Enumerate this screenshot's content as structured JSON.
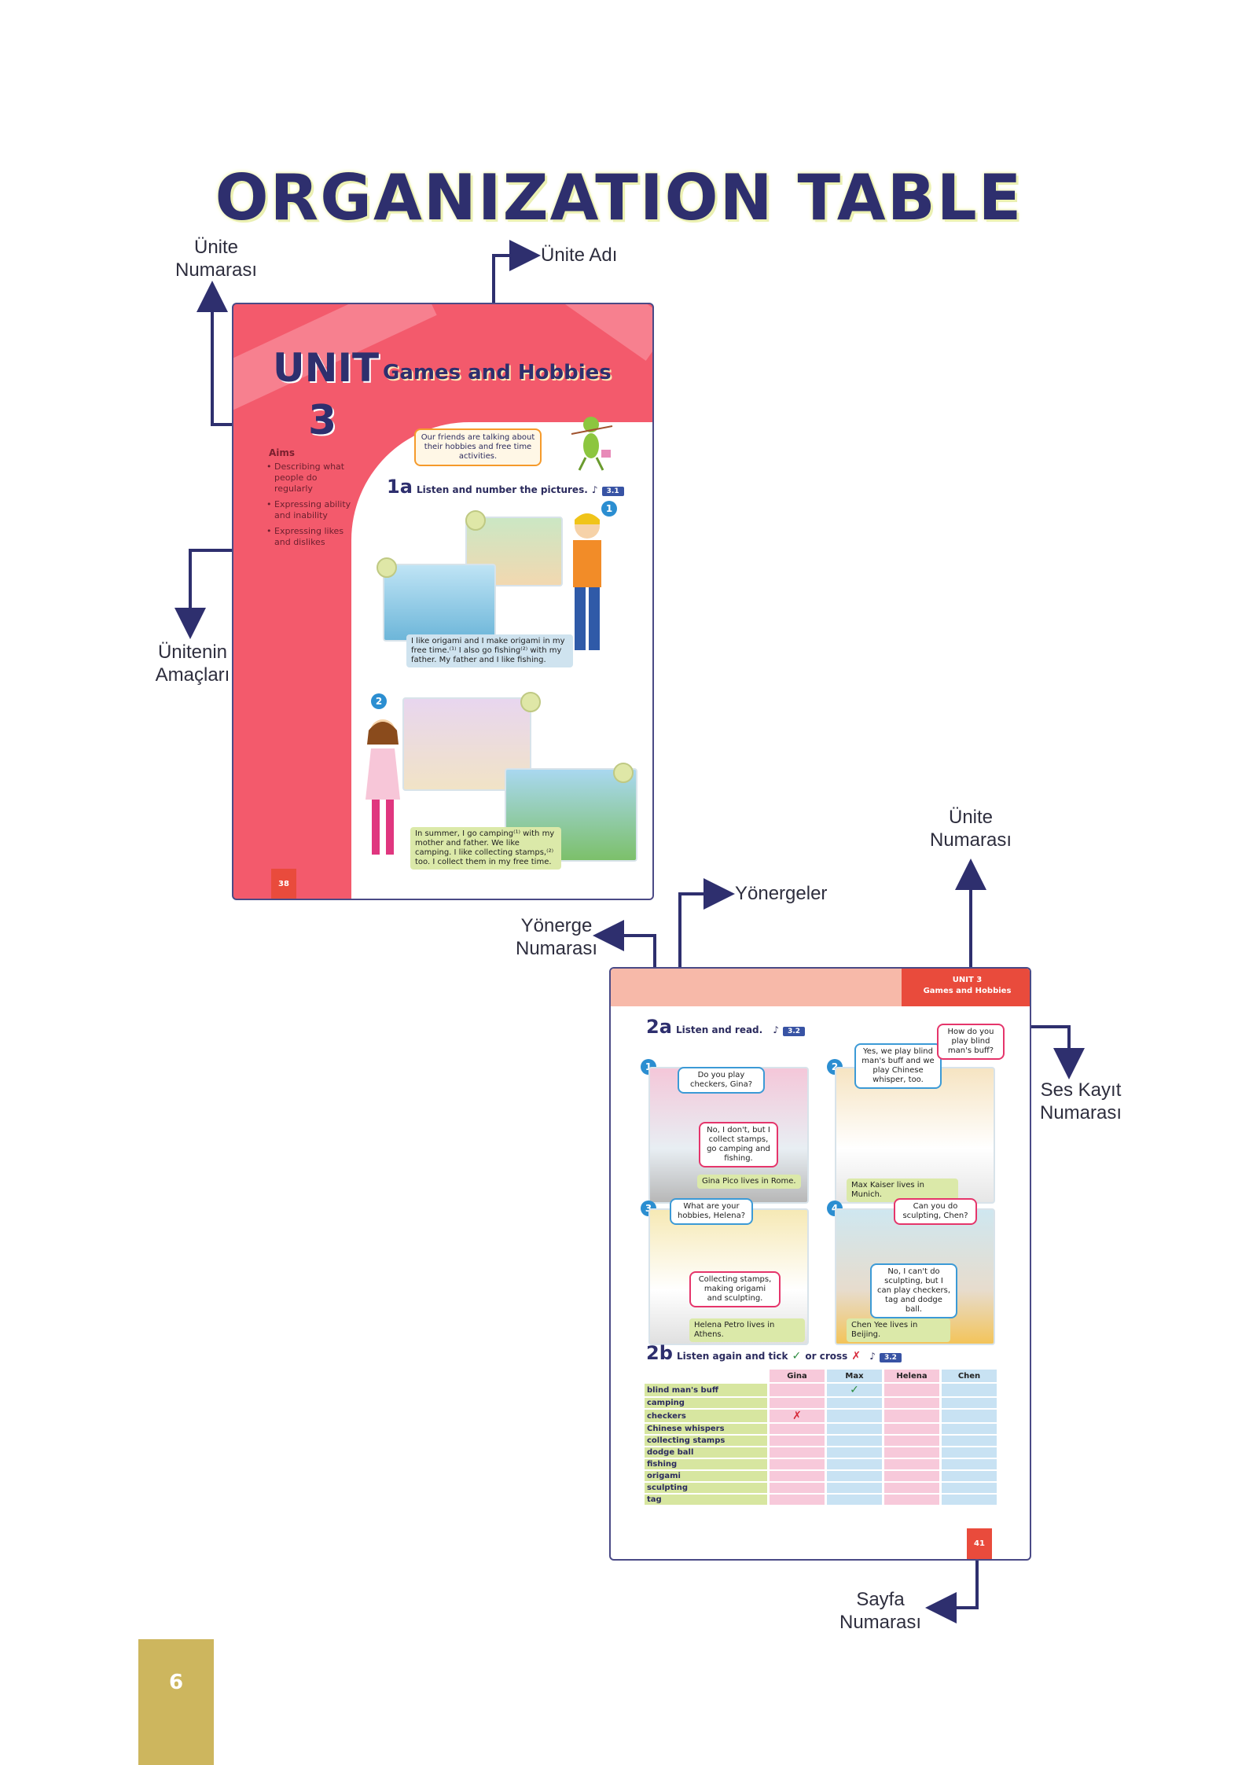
{
  "title": "ORGANIZATION TABLE",
  "callouts": {
    "unit_number_top": "Ünite Numarası",
    "unit_name": "Ünite Adı",
    "unit_aims": "Ünitenin Amaçları",
    "unit_number_right": "Ünite Numarası",
    "instructions": "Yönergeler",
    "instruction_number": "Yönerge Numarası",
    "audio_number": "Ses Kayıt Numarası",
    "page_number": "Sayfa Numarası"
  },
  "page1": {
    "unit_word": "UNIT",
    "unit_number": "3",
    "unit_name": "Games and Hobbies",
    "aims_title": "Aims",
    "aims": [
      "Describing what people do regularly",
      "Expressing ability and inability",
      "Expressing likes and dislikes"
    ],
    "intro": "Our friends are talking about their hobbies and free time activities.",
    "ex_number": "1a",
    "ex_text": "Listen and number the pictures.",
    "track": "3.1",
    "num1": "1",
    "num2": "2",
    "caption1": "I like origami and I make origami in my free time.⁽¹⁾ I also go fishing⁽²⁾ with my father. My father and I like fishing.",
    "caption2": "In summer, I go camping⁽¹⁾ with my mother and father. We like camping. I like collecting stamps,⁽²⁾ too. I collect them in my free time.",
    "page_number": "38"
  },
  "page2": {
    "unit_label": "UNIT 3",
    "unit_name": "Games and Hobbies",
    "ex2a_number": "2a",
    "ex2a_text": "Listen and read.",
    "track2a": "3.2",
    "scenes": [
      {
        "num": "1",
        "q": "Do you play checkers, Gina?",
        "a": "No, I don't, but I collect stamps, go camping and fishing.",
        "caption": "Gina Pico lives in Rome."
      },
      {
        "num": "2",
        "q": "How do you play blind man's buff?",
        "a": "Yes, we play blind man's buff and we play Chinese whisper, too.",
        "caption": "Max Kaiser lives in Munich."
      },
      {
        "num": "3",
        "q": "What are your hobbies, Helena?",
        "a": "Collecting stamps, making origami and sculpting.",
        "caption": "Helena Petro lives in Athens."
      },
      {
        "num": "4",
        "q": "Can you do sculpting, Chen?",
        "a": "No, I can't do sculpting, but I can play checkers, tag and dodge ball.",
        "caption": "Chen Yee lives in Beijing."
      }
    ],
    "ex2b_number": "2b",
    "ex2b_text": "Listen again and tick",
    "ex2b_or": "or cross",
    "track2b": "3.2",
    "tick_symbol": "✓",
    "cross_symbol": "✗",
    "table": {
      "headers": [
        "Gina",
        "Max",
        "Helena",
        "Chen"
      ],
      "rows": [
        "blind man's buff",
        "camping",
        "checkers",
        "Chinese whispers",
        "collecting stamps",
        "dodge ball",
        "fishing",
        "origami",
        "sculpting",
        "tag"
      ]
    },
    "page_number": "41"
  },
  "footer_page": "6",
  "colors": {
    "title": "#2e2f6e",
    "page1_bg": "#f35a6c",
    "arrow": "#2e2f6e",
    "footer": "#cdb65e"
  }
}
